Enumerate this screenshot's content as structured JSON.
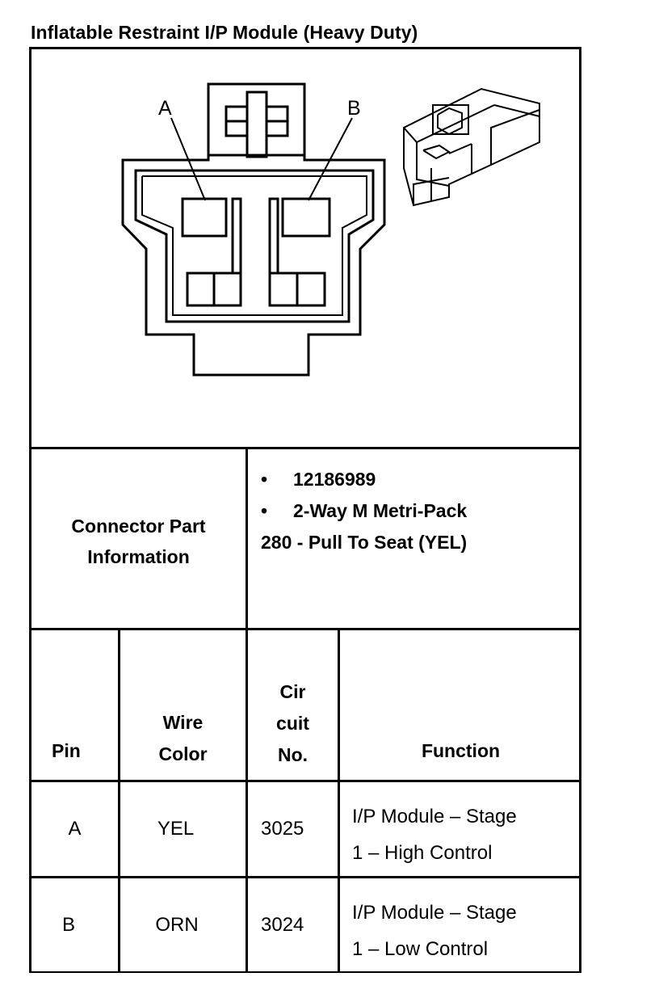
{
  "title": "Inflatable Restraint I/P Module (Heavy Duty)",
  "diagram": {
    "label_a": "A",
    "label_b": "B",
    "colors": {
      "line": "#000000",
      "background": "#ffffff"
    }
  },
  "connector_info": {
    "label_line1": "Connector Part",
    "label_line2": "Information",
    "bullet_symbol": "•",
    "part_number": "12186989",
    "description_line1": "2-Way M Metri-Pack",
    "description_line2": "280 - Pull To Seat (YEL)"
  },
  "table": {
    "headers": {
      "pin": "Pin",
      "wire_color_1": "Wire",
      "wire_color_2": "Color",
      "circuit_1": "Cir",
      "circuit_2": "cuit",
      "circuit_3": "No.",
      "function": "Function"
    },
    "rows": [
      {
        "pin": "A",
        "wire_color": "YEL",
        "circuit": "3025",
        "function_line1": "I/P Module – Stage",
        "function_line2": "1 – High Control"
      },
      {
        "pin": "B",
        "wire_color": "ORN",
        "circuit": "3024",
        "function_line1": "I/P Module – Stage",
        "function_line2": "1 – Low Control"
      }
    ]
  }
}
